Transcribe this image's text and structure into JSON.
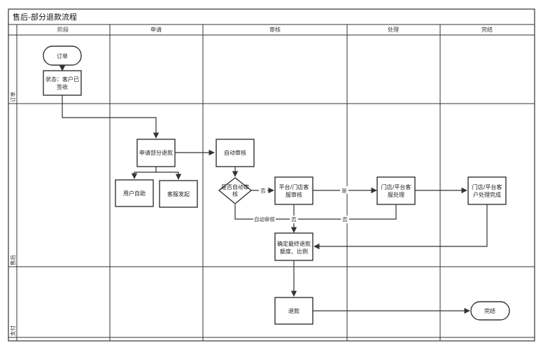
{
  "title": "售后-部分退款流程",
  "columns": [
    "阶段",
    "申请",
    "审核",
    "处理",
    "完结"
  ],
  "lanes": [
    "订单",
    "售后",
    "支付"
  ],
  "nodes": {
    "order": "订单",
    "status_line1": "状态：客户已",
    "status_line2": "签收",
    "apply": "申请部分退款",
    "user_initiate": "用户自助",
    "cs_initiate": "客服发起",
    "auto_review": "自动审核",
    "decision_line1": "是否自动审",
    "decision_line2": "核",
    "platform_review_line1": "平台/门店客",
    "platform_review_line2": "服审核",
    "store_process_line1": "门店/平台客",
    "store_process_line2": "服处理",
    "store_done_line1": "门店/平台客",
    "store_done_line2": "户处理完成",
    "confirm_line1": "确定最终退款",
    "confirm_line2": "额度、比例",
    "refund": "退款",
    "end": "完结"
  },
  "edge_labels": {
    "no_to_review": "否",
    "yes_to_process": "是",
    "auto_review": "自动审核",
    "no_mid": "否",
    "no_right": "否"
  }
}
